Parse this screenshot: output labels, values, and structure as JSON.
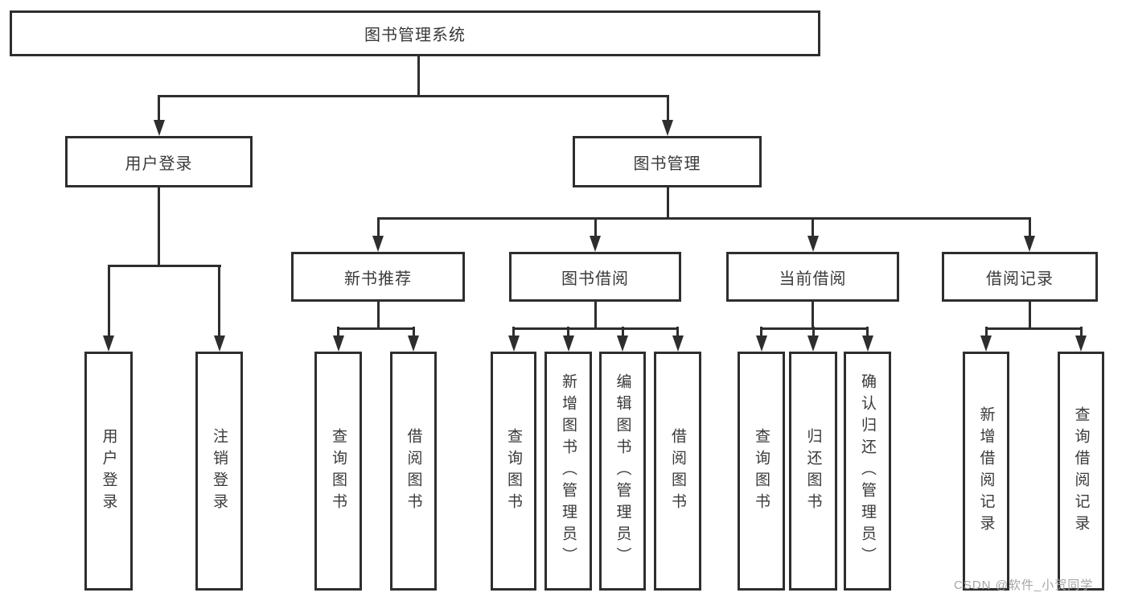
{
  "diagram": {
    "title": "图书管理系统",
    "level2": [
      {
        "label": "用户登录"
      },
      {
        "label": "图书管理"
      }
    ],
    "level3": [
      {
        "label": "新书推荐"
      },
      {
        "label": "图书借阅"
      },
      {
        "label": "当前借阅"
      },
      {
        "label": "借阅记录"
      }
    ],
    "leaves": [
      {
        "label": "用户登录"
      },
      {
        "label": "注销登录"
      },
      {
        "label": "查询图书"
      },
      {
        "label": "借阅图书"
      },
      {
        "label": "查询图书"
      },
      {
        "label": "新增图书（管理员）"
      },
      {
        "label": "编辑图书（管理员）"
      },
      {
        "label": "借阅图书"
      },
      {
        "label": "查询图书"
      },
      {
        "label": "归还图书"
      },
      {
        "label": "确认归还（管理员）"
      },
      {
        "label": "新增借阅记录"
      },
      {
        "label": "查询借阅记录"
      }
    ],
    "hierarchy": {
      "图书管理系统": [
        "用户登录",
        "图书管理"
      ],
      "用户登录": [
        "用户登录",
        "注销登录"
      ],
      "图书管理": [
        "新书推荐",
        "图书借阅",
        "当前借阅",
        "借阅记录"
      ],
      "新书推荐": [
        "查询图书",
        "借阅图书"
      ],
      "图书借阅": [
        "查询图书",
        "新增图书（管理员）",
        "编辑图书（管理员）",
        "借阅图书"
      ],
      "当前借阅": [
        "查询图书",
        "归还图书",
        "确认归还（管理员）"
      ],
      "借阅记录": [
        "新增借阅记录",
        "查询借阅记录"
      ]
    }
  },
  "watermark": {
    "text": "CSDN @软件_小贺同学"
  },
  "colors": {
    "stroke": "#2e2e2e",
    "text": "#3a3a3a",
    "watermark": "#a6a6a6",
    "background": "#ffffff"
  }
}
